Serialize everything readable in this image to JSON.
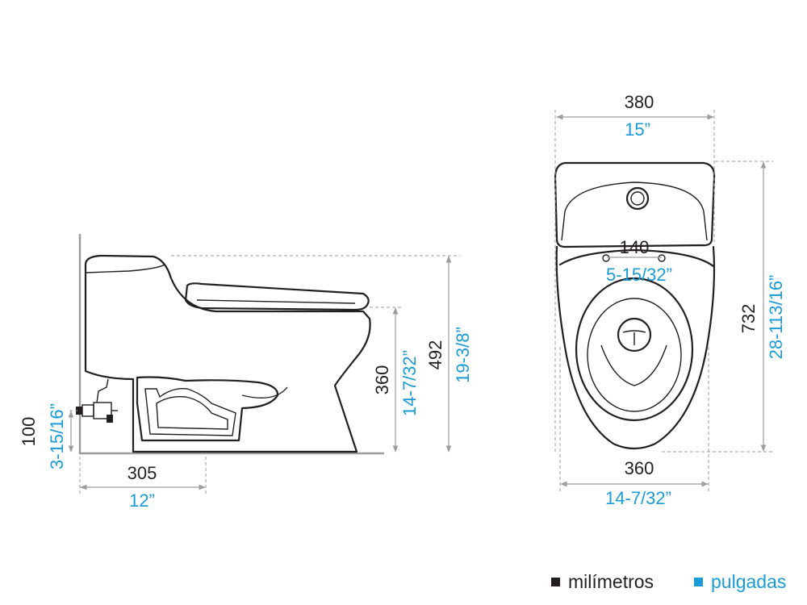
{
  "side_view": {
    "height_total_mm": "492",
    "height_total_in": "19-3/8”",
    "height_rim_mm": "360",
    "height_rim_in": "14-7/32”",
    "supply_height_mm": "100",
    "supply_height_in": "3-15/16”",
    "rough_in_mm": "305",
    "rough_in_in": "12”"
  },
  "top_view": {
    "tank_width_mm": "380",
    "tank_width_in": "15”",
    "bolt_spacing_mm": "140",
    "bolt_spacing_in": "5-15/32”",
    "length_mm": "732",
    "length_in": "28-113/16”",
    "bowl_width_mm": "360",
    "bowl_width_in": "14-7/32”"
  },
  "legend": {
    "mm_label": "milímetros",
    "in_label": "pulgadas",
    "mm_color": "#231f20",
    "in_color": "#1a9bd7"
  }
}
